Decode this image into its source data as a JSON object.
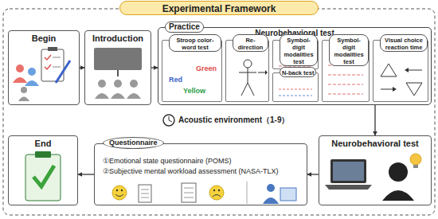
{
  "diagram": {
    "title": "Experimental Framework",
    "nodes": [
      {
        "text": [
          "Begin"
        ]
      },
      {
        "text": [
          "Introduction"
        ]
      },
      {
        "text": [
          "Practice",
          "Neurobehavioral test"
        ]
      },
      {
        "text": [
          "Stroop color-word test",
          "Green",
          "Red",
          "Yellow"
        ],
        "in": 2
      },
      {
        "text": [
          "Re-direction"
        ],
        "in": 2
      },
      {
        "text": [
          "Symbol-digit modalities test"
        ],
        "in": 2
      },
      {
        "text": [
          "N-back test"
        ],
        "in": 2
      },
      {
        "text": [
          "Symbol-digit modalities test"
        ],
        "in": 2
      },
      {
        "text": [
          "Visual choice reaction time"
        ],
        "in": 2
      },
      {
        "text": [
          "Neurobehavioral test"
        ]
      },
      {
        "text": [
          "Questionnaire",
          "①Emotional state questionnaire (POMS)",
          "②Subjective mental workload assessment (NASA-TLX)"
        ]
      },
      {
        "text": [
          "End"
        ]
      }
    ],
    "edges": [
      {
        "from": 0,
        "to": 1,
        "arrow": "to"
      },
      {
        "from": 1,
        "to": 2,
        "arrow": "to"
      },
      {
        "from": 2,
        "to": 9,
        "arrow": "to"
      },
      {
        "from": 9,
        "to": 10,
        "arrow": "to"
      },
      {
        "from": 10,
        "to": 11,
        "arrow": "to"
      }
    ],
    "labels": [
      "Acoustic environment（1-9）"
    ]
  }
}
